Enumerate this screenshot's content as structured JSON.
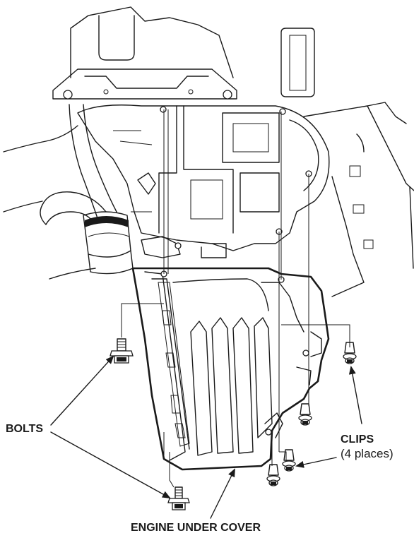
{
  "labels": {
    "bolts": "BOLTS",
    "clips": "CLIPS",
    "clips_places": "(4 places)",
    "engine_under_cover": "ENGINE UNDER COVER"
  },
  "colors": {
    "line": "#1a1a1a",
    "background": "#ffffff"
  }
}
